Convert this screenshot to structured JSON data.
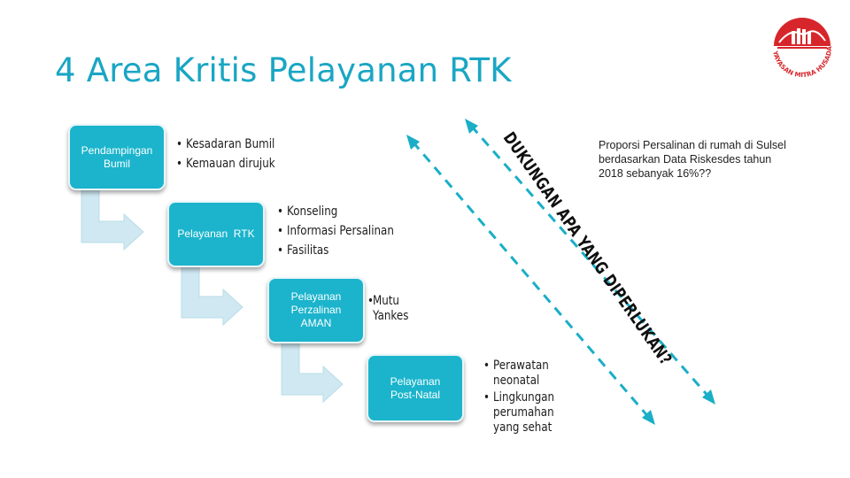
{
  "title": "4 Area Kritis Pelayanan RTK",
  "steps": [
    {
      "label": [
        "Pendampingan",
        "Bumil"
      ],
      "bullets": [
        "Kesadaran Bumil",
        "Kemauan dirujuk"
      ]
    },
    {
      "label": [
        "Pelayanan  RTK"
      ],
      "bullets": [
        "Konseling",
        "Informasi Persalinan",
        "Fasilitas"
      ]
    },
    {
      "label": [
        "Pelayanan",
        "Perzalinan",
        "AMAN"
      ],
      "bullets": [
        "Mutu Yankes"
      ]
    },
    {
      "label": [
        "Pelayanan",
        "Post-Natal"
      ],
      "bullets": [
        "Perawatan neonatal",
        "Lingkungan perumahan yang sehat"
      ]
    }
  ],
  "diagonal_text": "DUKUNGAN APA YANG DIPERLUKAN?",
  "note": "Proporsi Persalinan di rumah di Sulsel berdasarkan Data Riskesdes tahun 2018 sebanyak 16%??",
  "logo_text": "YAYASAN MITRA HUSADA",
  "colors": {
    "title": "#1aa6c4",
    "box": "#1bb4cc",
    "arrow_fill": "#cfe8f1",
    "dashed": "#1aaec7",
    "logo": "#d7262b"
  }
}
